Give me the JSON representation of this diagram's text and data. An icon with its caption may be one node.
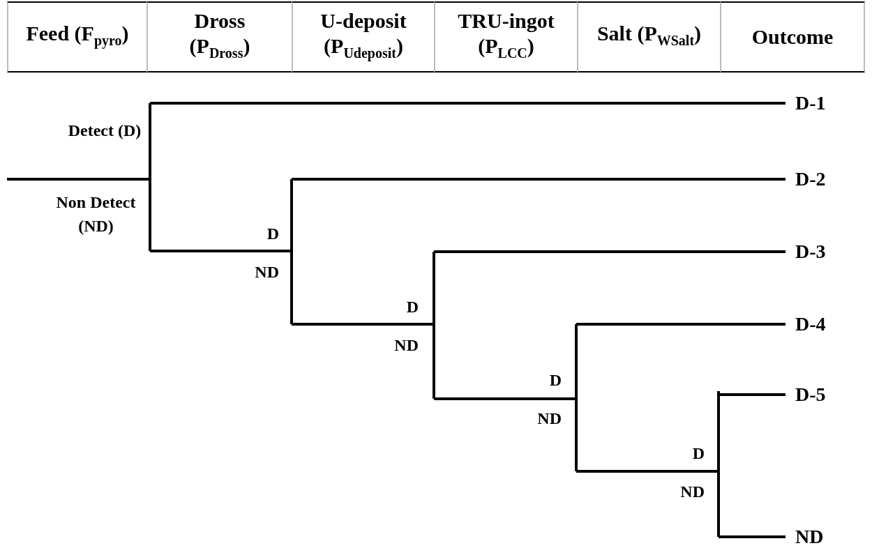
{
  "diagram": {
    "nodes": [
      {
        "text": [
          "D-1"
        ]
      },
      {
        "text": [
          "D-2"
        ]
      },
      {
        "text": [
          "D-3"
        ]
      },
      {
        "text": [
          "D-4"
        ]
      },
      {
        "text": [
          "D-5"
        ]
      },
      {
        "text": [
          "ND"
        ]
      }
    ],
    "edges": [
      {
        "from": null,
        "to": 0,
        "arrow": "none"
      },
      {
        "from": null,
        "to": 1,
        "arrow": "none"
      },
      {
        "from": null,
        "to": 2,
        "arrow": "none"
      },
      {
        "from": null,
        "to": 3,
        "arrow": "none"
      },
      {
        "from": null,
        "to": 4,
        "arrow": "none"
      },
      {
        "from": null,
        "to": 5,
        "arrow": "none"
      }
    ],
    "labels": [
      "Feed (F$_{pyro}$)",
      "Dross (P$_{Dross}$)",
      "U-deposit (P$_{Udeposit}$)",
      "TRU-ingot (P$_{LCC}$)",
      "Salt (P$_{WSalt}$)",
      "Outcome",
      "Detect (D)",
      "Non Detect (ND)",
      "D",
      "ND",
      "D",
      "ND",
      "D",
      "ND",
      "D",
      "ND"
    ]
  }
}
